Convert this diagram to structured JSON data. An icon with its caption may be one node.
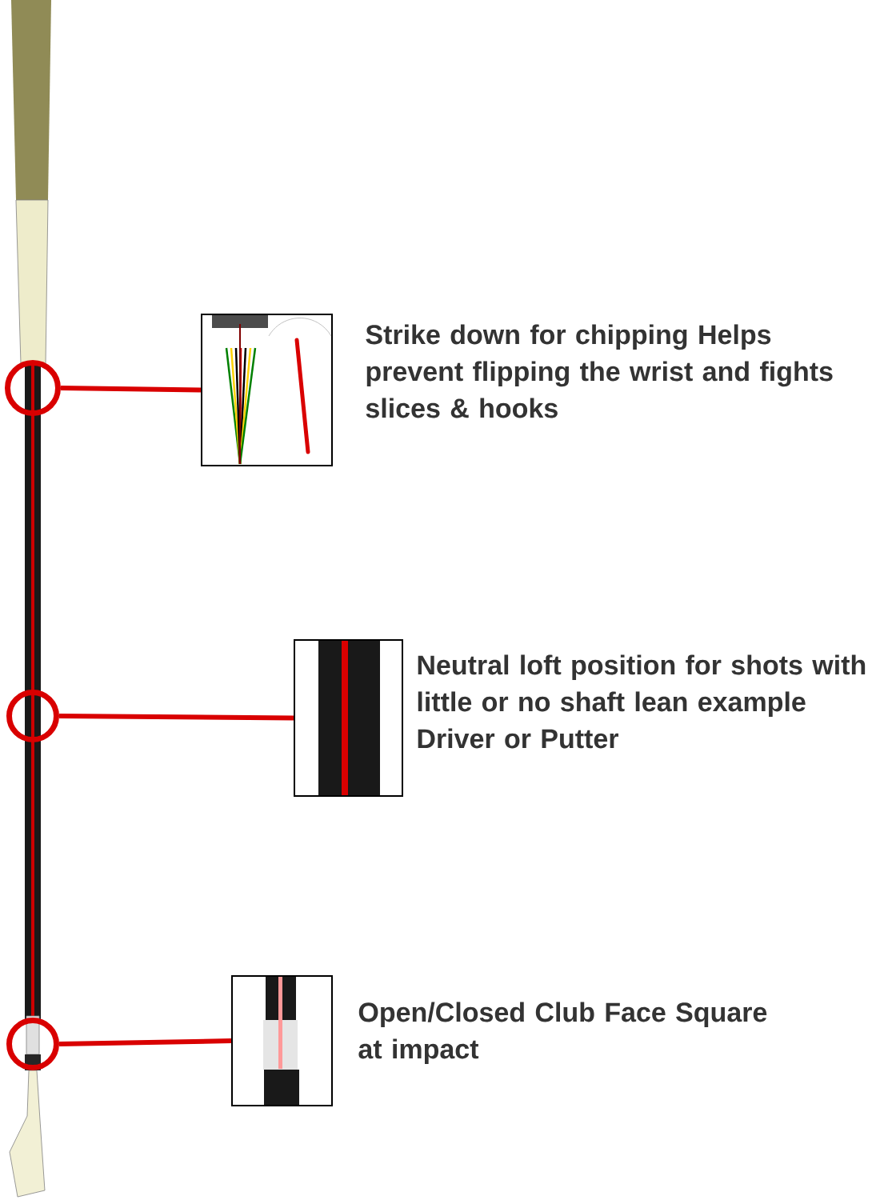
{
  "diagram": {
    "nodes": [
      {
        "text": [],
        "shape": "circle"
      },
      {
        "text": [],
        "shape": "picture",
        "beside": [
          "Strike down for chipping Helps prevent flipping the wrist and fights slices & hooks"
        ]
      },
      {
        "text": [],
        "shape": "circle"
      },
      {
        "text": [],
        "shape": "picture",
        "beside": [
          "Neutral loft position for shots with little or no shaft lean example Driver or Putter"
        ]
      },
      {
        "text": [],
        "shape": "circle"
      },
      {
        "text": [],
        "shape": "picture",
        "beside": [
          "Open/Closed Club Face Square at impact"
        ]
      }
    ],
    "edges": [
      {
        "from": 0,
        "to": 1,
        "arrow": "none"
      },
      {
        "from": 2,
        "to": 3,
        "arrow": "none"
      },
      {
        "from": 4,
        "to": 5,
        "arrow": "none"
      }
    ]
  }
}
